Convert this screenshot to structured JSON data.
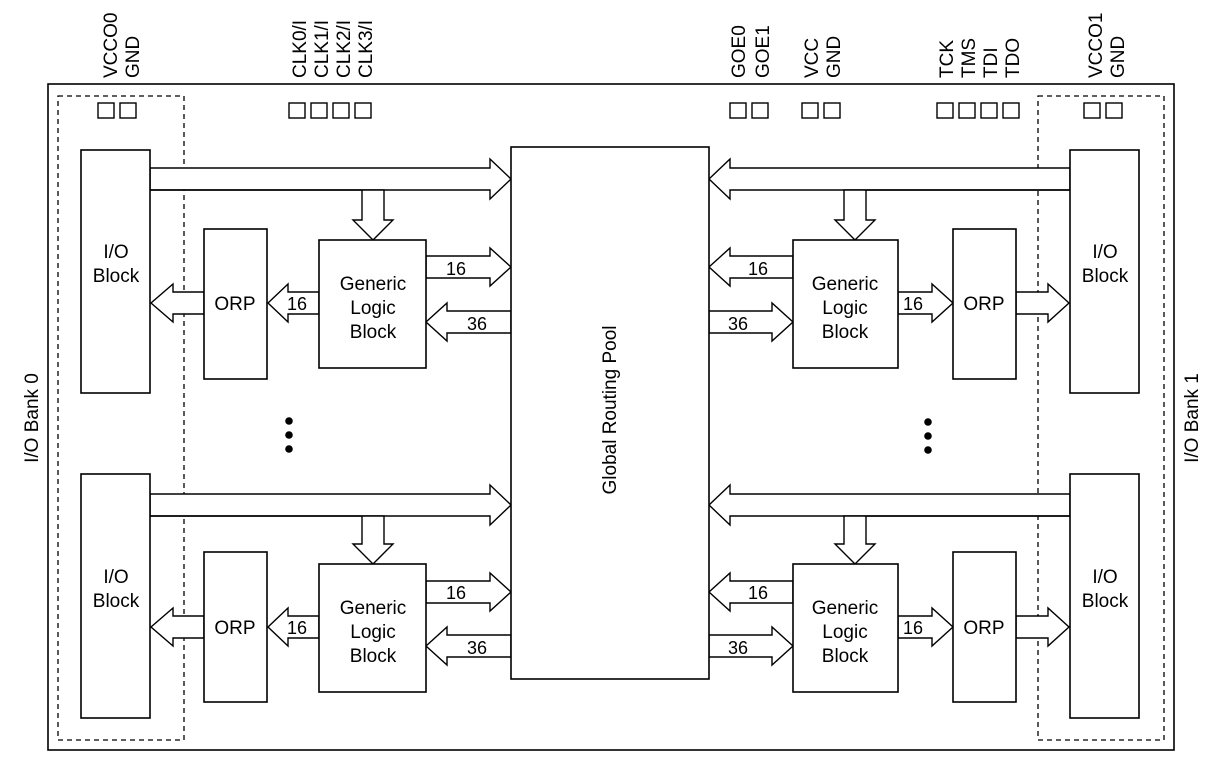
{
  "pins": {
    "vcco0": "VCCO0",
    "gnd_left": "GND",
    "clk0": "CLK0/I",
    "clk1": "CLK1/I",
    "clk2": "CLK2/I",
    "clk3": "CLK3/I",
    "goe0": "GOE0",
    "goe1": "GOE1",
    "vcc": "VCC",
    "gnd_mid": "GND",
    "tck": "TCK",
    "tms": "TMS",
    "tdi": "TDI",
    "tdo": "TDO",
    "vcco1": "VCCO1",
    "gnd_right": "GND"
  },
  "banks": {
    "left": "I/O Bank 0",
    "right": "I/O Bank 1"
  },
  "blocks": {
    "io": [
      "I/O",
      "Block"
    ],
    "orp": "ORP",
    "glb": [
      "Generic",
      "Logic",
      "Block"
    ],
    "grp": "Global Routing Pool"
  },
  "bus_widths": {
    "glb_out": "16",
    "grp_in": "36",
    "orp_in": "16"
  }
}
